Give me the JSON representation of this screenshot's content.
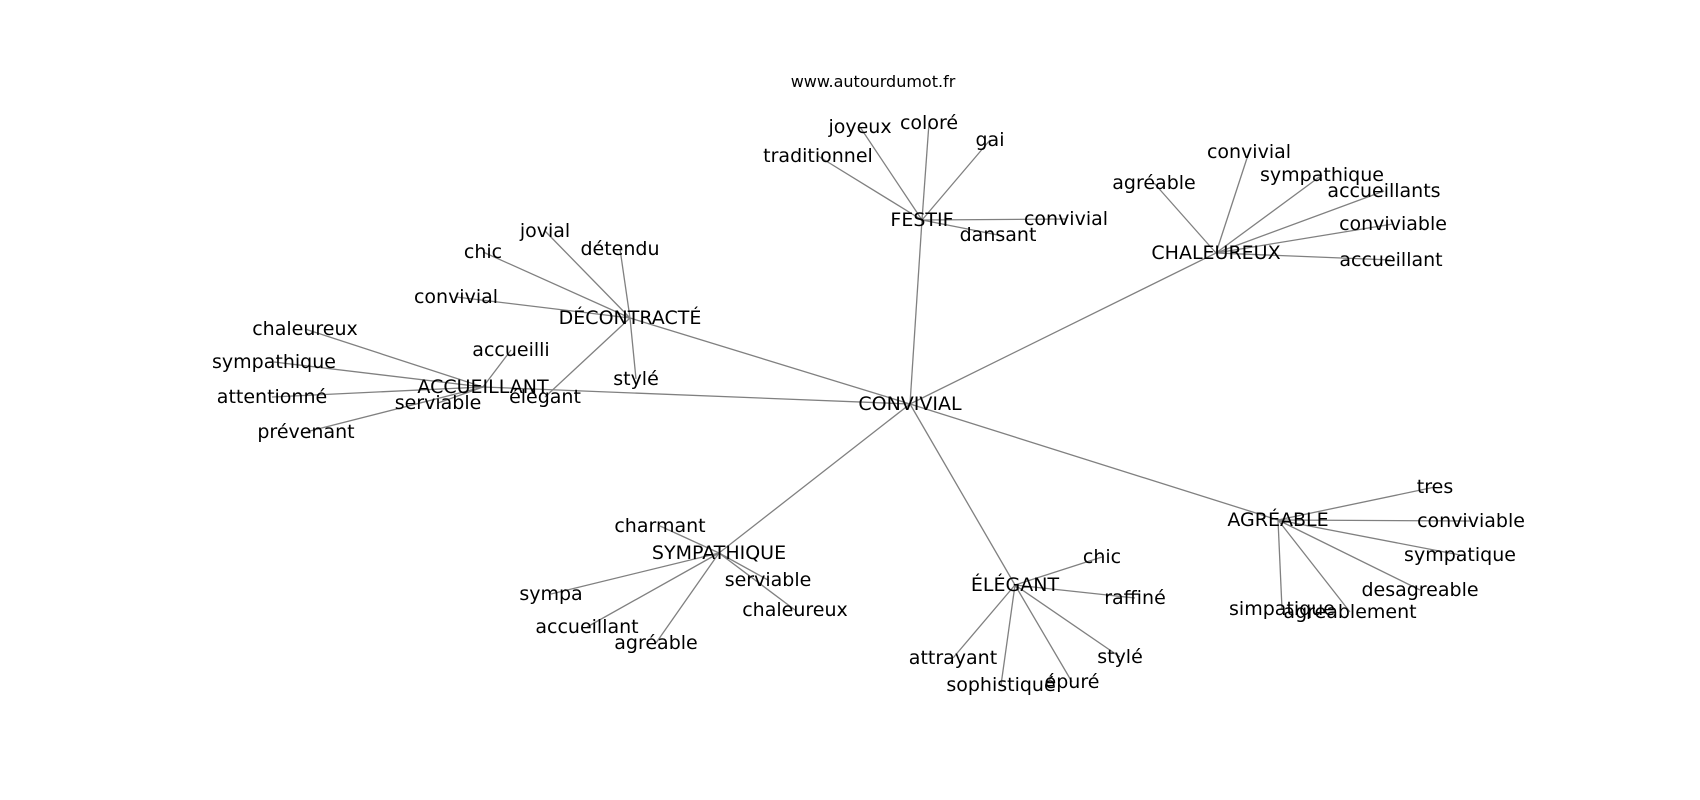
{
  "source": "www.autourdumot.fr",
  "style": {
    "edge_color": "#808080",
    "text_color": "#000000",
    "background": "#ffffff"
  },
  "nodes": {
    "center": {
      "label": "CONVIVIAL"
    },
    "festif": {
      "label": "FESTIF"
    },
    "festif_traditionnel": {
      "label": "traditionnel"
    },
    "festif_joyeux": {
      "label": "joyeux"
    },
    "festif_colore": {
      "label": "coloré"
    },
    "festif_gai": {
      "label": "gai"
    },
    "festif_convivial": {
      "label": "convivial"
    },
    "festif_dansant": {
      "label": "dansant"
    },
    "chaleureux": {
      "label": "CHALEUREUX"
    },
    "chal_agreable": {
      "label": "agréable"
    },
    "chal_convivial": {
      "label": "convivial"
    },
    "chal_sympathique": {
      "label": "sympathique"
    },
    "chal_accueillants": {
      "label": "accueillants"
    },
    "chal_conviviable": {
      "label": "conviviable"
    },
    "chal_accueillant": {
      "label": "accueillant"
    },
    "decontracte": {
      "label": "DÉCONTRACTÉ"
    },
    "dec_jovial": {
      "label": "jovial"
    },
    "dec_chic": {
      "label": "chic"
    },
    "dec_detendu": {
      "label": "détendu"
    },
    "dec_convivial": {
      "label": "convivial"
    },
    "dec_elegant": {
      "label": "élégant"
    },
    "dec_style": {
      "label": "stylé"
    },
    "accueillant": {
      "label": "ACCUEILLANT"
    },
    "acc_chaleureux": {
      "label": "chaleureux"
    },
    "acc_sympathique": {
      "label": "sympathique"
    },
    "acc_attentionne": {
      "label": "attentionné"
    },
    "acc_prevenant": {
      "label": "prévenant"
    },
    "acc_accueilli": {
      "label": "accueilli"
    },
    "acc_serviable": {
      "label": "serviable"
    },
    "sympathique": {
      "label": "SYMPATHIQUE"
    },
    "sym_charmant": {
      "label": "charmant"
    },
    "sym_sympa": {
      "label": "sympa"
    },
    "sym_accueillant": {
      "label": "accueillant"
    },
    "sym_agreable": {
      "label": "agréable"
    },
    "sym_serviable": {
      "label": "serviable"
    },
    "sym_chaleureux": {
      "label": "chaleureux"
    },
    "elegant": {
      "label": "ÉLÉGANT"
    },
    "ele_chic": {
      "label": "chic"
    },
    "ele_raffine": {
      "label": "raffiné"
    },
    "ele_attrayant": {
      "label": "attrayant"
    },
    "ele_sophistique": {
      "label": "sophistiqué"
    },
    "ele_epure": {
      "label": "épuré"
    },
    "ele_style": {
      "label": "stylé"
    },
    "agreable": {
      "label": "AGRÉABLE"
    },
    "agr_tres": {
      "label": "tres"
    },
    "agr_conviviable": {
      "label": "conviviable"
    },
    "agr_sympatique": {
      "label": "sympatique"
    },
    "agr_desagreable": {
      "label": "desagreable"
    },
    "agr_simpatique": {
      "label": "simpatique"
    },
    "agr_agreablement": {
      "label": "agreablement"
    }
  }
}
